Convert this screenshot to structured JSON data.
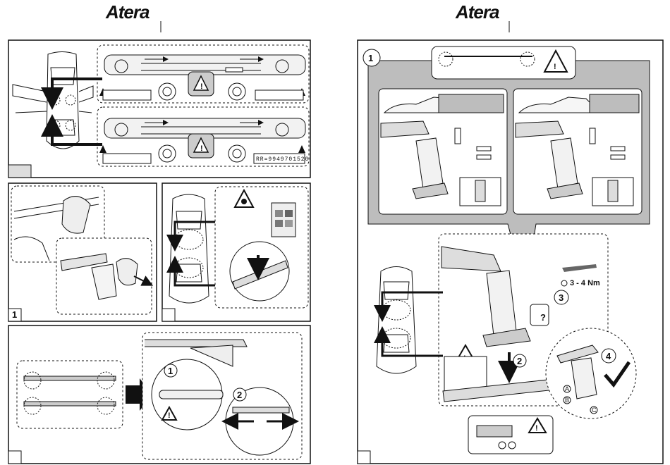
{
  "left_page": {
    "brand": "Atera",
    "panel_rr_code": "RR=9949701520",
    "panel2_step": "1"
  },
  "right_page": {
    "brand": "Atera",
    "step_main": "1",
    "torque": "3 - 4 Nm",
    "step_3": "3",
    "step_2": "2",
    "step_4": "4",
    "label_a": "A",
    "label_b": "B",
    "label_c": "C",
    "question": "?"
  },
  "bottom_left": {
    "step_1": "1",
    "step_2": "2"
  }
}
